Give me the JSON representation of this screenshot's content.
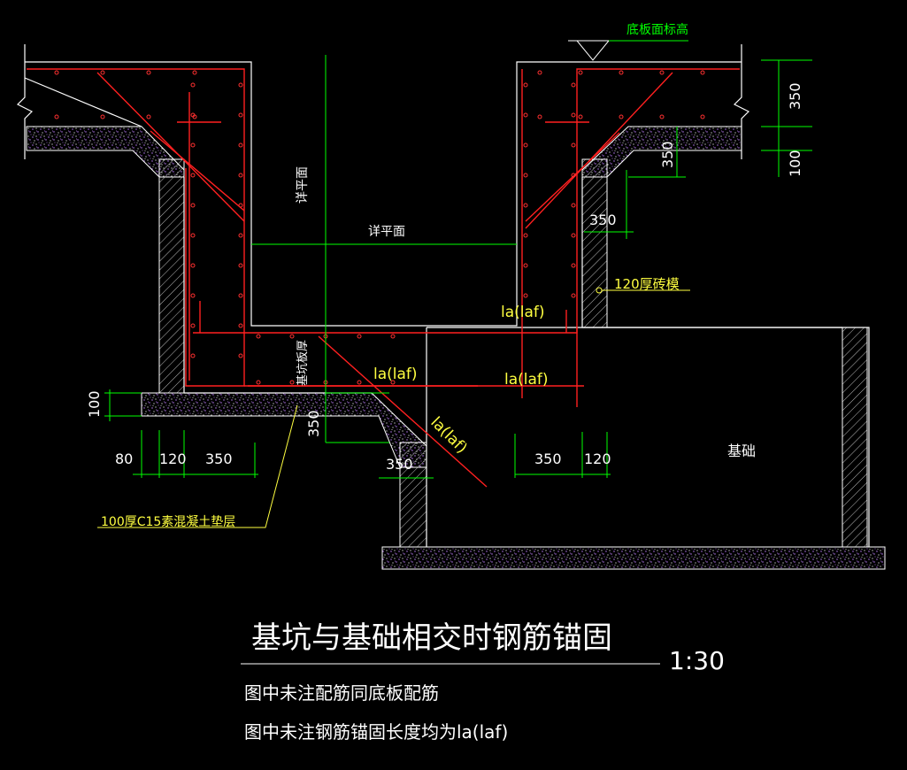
{
  "labels": {
    "base_top_elevation": "底板面标高",
    "see_plan_vertical": "详平面",
    "see_plan_horizontal": "详平面",
    "pit_slab_thickness": "基坑板厚",
    "brick_mold": "120厚砖模",
    "concrete_cushion": "100厚C15素混凝土垫层",
    "foundation": "基础",
    "anchor_1": "la(laf)",
    "anchor_2": "la(laf)",
    "anchor_3": "la(laf)",
    "anchor_4": "la(laf)"
  },
  "dimensions": {
    "d350_top_right": "350",
    "d100_top_right": "100",
    "d350_right_mid": "350",
    "d350_right_horiz": "350",
    "d100_left": "100",
    "d80": "80",
    "d120_left": "120",
    "d350_left_bottom": "350",
    "d350_center_vert": "350",
    "d350_center_horiz": "350",
    "d350_right_bottom": "350",
    "d120_right_bottom": "120"
  },
  "title_block": {
    "title": "基坑与基础相交时钢筋锚固",
    "scale": "1:30",
    "note_1": "图中未注配筋同底板配筋",
    "note_2": "图中未注钢筋锚固长度均为la(laf)"
  },
  "colors": {
    "background": "#000000",
    "concrete_outline": "#ffffff",
    "rebar": "#ff2020",
    "dimension": "#00ff00",
    "text_white": "#ffffff",
    "text_yellow": "#ffff40"
  }
}
